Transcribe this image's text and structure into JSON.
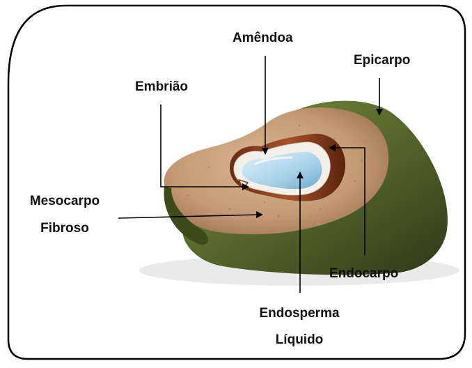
{
  "labels": {
    "amendoa": "Amêndoa",
    "epicarpo": "Epicarpo",
    "embriao": "Embrião",
    "mesocarpo_line1": "Mesocarpo",
    "mesocarpo_line2": "Fibroso",
    "endocarpo": "Endocarpo",
    "endosperma_line1": "Endosperma",
    "endosperma_line2": "Líquido"
  },
  "colors": {
    "frame": "#000000",
    "epicarp": "#5f7a2e",
    "epicarp_dark": "#3a4a1a",
    "mesocarp": "#c9a27c",
    "endocarp": "#8a3d1c",
    "kernel": "#f4f1ea",
    "liquid": "#a9d3ea",
    "pointer": "#000000"
  }
}
